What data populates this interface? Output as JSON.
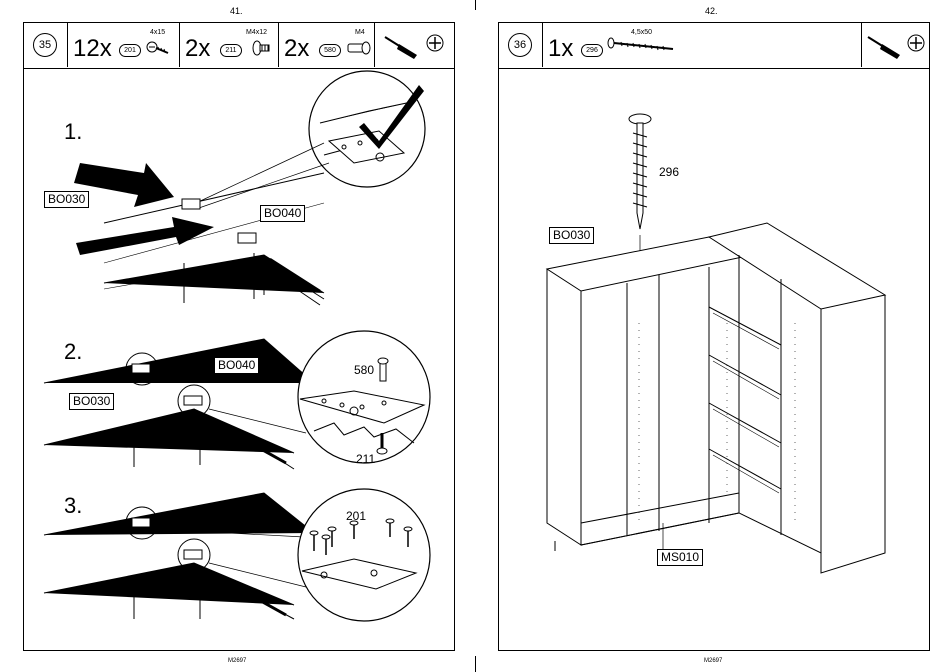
{
  "pages": [
    {
      "page_number": "41.",
      "footer": "M2697",
      "step": "35",
      "parts": [
        {
          "qty": "12x",
          "code": "201",
          "spec": "4x15",
          "icon": "screw-icon"
        },
        {
          "qty": "2x",
          "code": "211",
          "spec": "M4x12",
          "icon": "bolt-icon"
        },
        {
          "qty": "2x",
          "code": "580",
          "spec": "M4",
          "icon": "barrel-nut-icon"
        }
      ],
      "tool_icons": [
        "screwdriver-icon",
        "phillips-head-icon"
      ],
      "substeps": [
        "1.",
        "2.",
        "3."
      ],
      "labels": {
        "s1_bo030": "BO030",
        "s1_bo040": "BO040",
        "s2_bo040": "BO040",
        "s2_bo030": "BO030",
        "s2_580": "580",
        "s2_211": "211",
        "s3_201": "201"
      }
    },
    {
      "page_number": "42.",
      "footer": "M2697",
      "step": "36",
      "parts": [
        {
          "qty": "1x",
          "code": "296",
          "spec": "4,5x50",
          "icon": "long-screw-icon"
        }
      ],
      "tool_icons": [
        "screwdriver-icon",
        "phillips-head-icon"
      ],
      "labels": {
        "screw": "296",
        "top": "BO030",
        "bottom": "MS010"
      }
    }
  ]
}
